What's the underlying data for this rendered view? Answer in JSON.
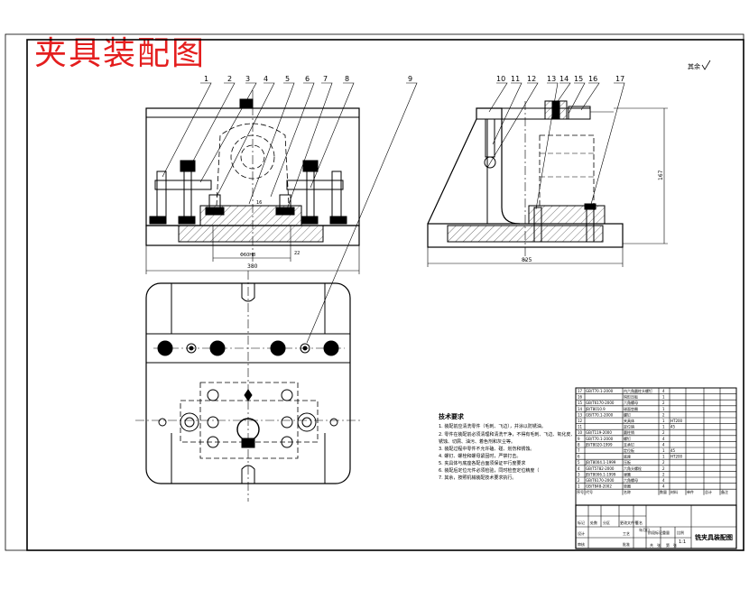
{
  "sheet_title": "夹具装配图",
  "title_color": "#e41e1e",
  "line_color": "#000000",
  "hatch_color": "#555555",
  "roughness_note": "其余",
  "callouts": [
    "1",
    "2",
    "3",
    "4",
    "5",
    "6",
    "7",
    "8",
    "9",
    "10",
    "11",
    "12",
    "13",
    "14",
    "15",
    "16",
    "17"
  ],
  "dimensions": {
    "front_width": "380",
    "front_inner": "Φ60H8",
    "front_part": "16",
    "front_small": "22",
    "side_height": "167",
    "side_width": "825"
  },
  "tech_requirements": {
    "heading": "技术要求",
    "lines": [
      "1. 装配前应清洗零件（毛刺、飞边），并涂以防锈油。",
      "2. 零件在装配前必须清理和清洗干净，不得有毛刺、飞边、氧化皮、",
      "   锈蚀、切屑、油污、着色剂和灰尘等。",
      "3. 装配过程中零件不允许磕、碰、划伤和锈蚀。",
      "4. 螺钉、螺栓和螺母紧固时，严禁打击。",
      "5. 夹具体与底座各配合面须保证平行度要求",
      "6. 装配后定位元件必须检验，同时检查定位精度（",
      "7. 其余，按照机械装配技术要求执行。"
    ]
  },
  "parts_list": [
    {
      "no": "17",
      "code": "GB/T70.1-2000",
      "name": "内六角圆柱头螺钉",
      "qty": "4",
      "mat": "",
      "note": ""
    },
    {
      "no": "16",
      "code": "",
      "name": "钩形压板",
      "qty": "1",
      "mat": "",
      "note": ""
    },
    {
      "no": "15",
      "code": "GB/T6170-2000",
      "name": "六角螺母",
      "qty": "2",
      "mat": "",
      "note": ""
    },
    {
      "no": "14",
      "code": "JB/T8010.9",
      "name": "球面垫圈",
      "qty": "1",
      "mat": "",
      "note": ""
    },
    {
      "no": "13",
      "code": "GB/T70.1-2000",
      "name": "螺钉",
      "qty": "2",
      "mat": "",
      "note": ""
    },
    {
      "no": "12",
      "code": "",
      "name": "夹具体",
      "qty": "1",
      "mat": "HT200",
      "note": ""
    },
    {
      "no": "11",
      "code": "",
      "name": "定位销",
      "qty": "1",
      "mat": "45",
      "note": ""
    },
    {
      "no": "10",
      "code": "GB/T119-2000",
      "name": "圆柱销",
      "qty": "2",
      "mat": "",
      "note": ""
    },
    {
      "no": "9",
      "code": "GB/T70.1-2000",
      "name": "螺钉",
      "qty": "4",
      "mat": "",
      "note": ""
    },
    {
      "no": "8",
      "code": "JB/T8020-1999",
      "name": "支承钉",
      "qty": "4",
      "mat": "",
      "note": ""
    },
    {
      "no": "7",
      "code": "",
      "name": "定位板",
      "qty": "1",
      "mat": "45",
      "note": ""
    },
    {
      "no": "6",
      "code": "",
      "name": "底座",
      "qty": "1",
      "mat": "HT200",
      "note": ""
    },
    {
      "no": "5",
      "code": "JB/T8004.1-1999",
      "name": "压板",
      "qty": "2",
      "mat": "",
      "note": ""
    },
    {
      "no": "4",
      "code": "GB/T5782-2000",
      "name": "六角头螺栓",
      "qty": "2",
      "mat": "",
      "note": ""
    },
    {
      "no": "3",
      "code": "JB/T8006.1-1999",
      "name": "弹簧",
      "qty": "2",
      "mat": "",
      "note": ""
    },
    {
      "no": "2",
      "code": "GB/T6170-2000",
      "name": "六角螺母",
      "qty": "4",
      "mat": "",
      "note": ""
    },
    {
      "no": "1",
      "code": "GB/T848-2002",
      "name": "垫圈",
      "qty": "4",
      "mat": "",
      "note": ""
    }
  ],
  "parts_header": [
    "序号",
    "代号",
    "名称",
    "数量",
    "材料",
    "单件",
    "总计",
    "备注"
  ],
  "title_block": {
    "drawing_name": "铣夹具装配图",
    "scale": "1:1",
    "row_labels": [
      "标记",
      "处数",
      "分区",
      "更改文件号",
      "签名",
      "年月日"
    ],
    "design_labels": [
      "设计",
      "审核",
      "工艺",
      "批准"
    ],
    "stage_labels": [
      "阶段标记",
      "重量",
      "比例"
    ],
    "sheet_labels": [
      "共",
      "张",
      "第",
      "张"
    ]
  }
}
